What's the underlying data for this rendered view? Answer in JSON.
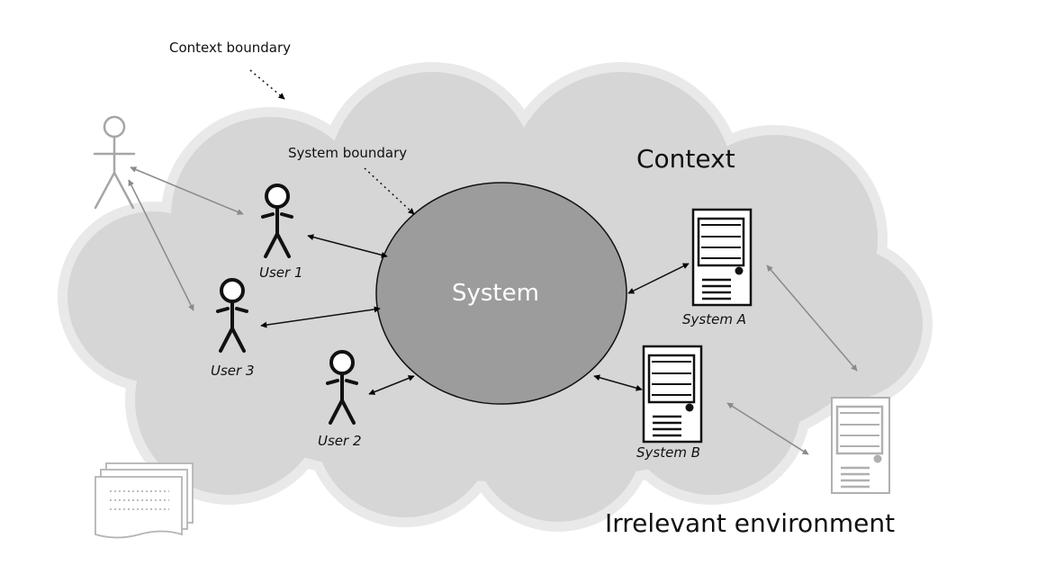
{
  "labels": {
    "context_boundary": "Context boundary",
    "system_boundary": "System boundary",
    "context": "Context",
    "system": "System",
    "irrelevant_environment": "Irrelevant environment",
    "user_1": "User 1",
    "user_2": "User 2",
    "user_3": "User 3",
    "system_a": "System A",
    "system_b": "System B"
  },
  "colors": {
    "cloud_fill": "#d6d6d6",
    "cloud_halo": "#e9e9e9",
    "system_fill": "#9c9c9c",
    "faded": "#a6a6a6"
  },
  "icons": [
    "stick-figure-icon",
    "server-icon",
    "document-stack-icon"
  ]
}
